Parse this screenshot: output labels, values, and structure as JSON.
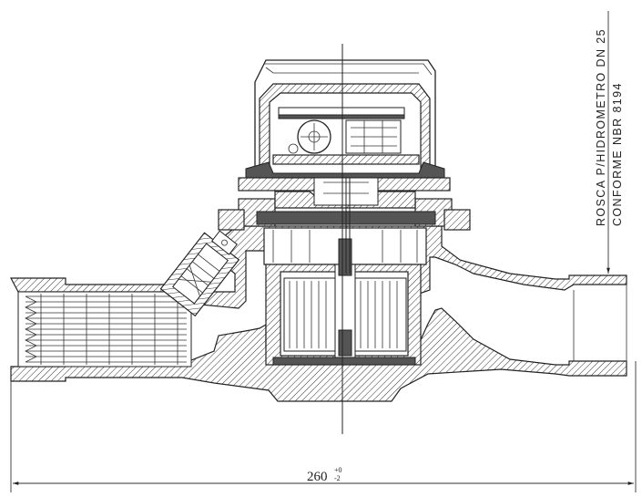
{
  "thread_note": {
    "line1": "ROSCA P/HIDROMETRO DN 25",
    "line2": "CONFORME NBR 8194"
  },
  "dimension": {
    "value": "260",
    "tol_upper": "+0",
    "tol_lower": "-2"
  }
}
